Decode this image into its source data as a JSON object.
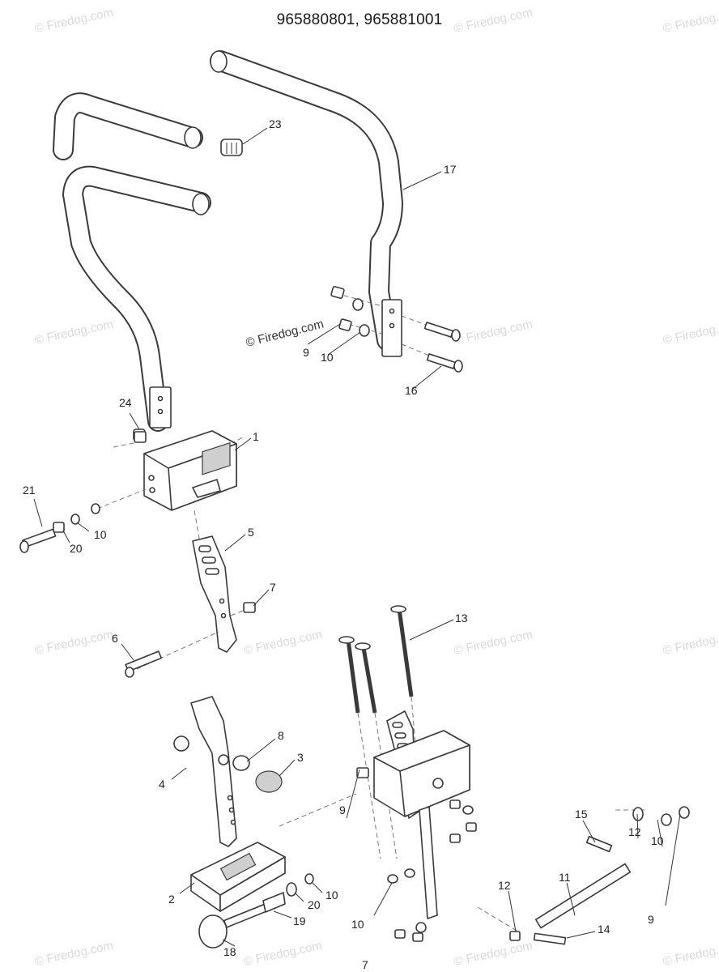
{
  "title": "965880801, 965881001",
  "watermark": "© Firedog.com",
  "callouts": {
    "c1": "1",
    "c2": "2",
    "c3": "3",
    "c4": "4",
    "c5": "5",
    "c6": "6",
    "c7": "7",
    "c7b": "7",
    "c8": "8",
    "c9a": "9",
    "c9b": "9",
    "c9c": "9",
    "c10a": "10",
    "c10b": "10",
    "c10c": "10",
    "c10d": "10",
    "c10e": "10",
    "c11": "11",
    "c12a": "12",
    "c12b": "12",
    "c13": "13",
    "c14": "14",
    "c15": "15",
    "c16": "16",
    "c17": "17",
    "c18": "18",
    "c19": "19",
    "c20a": "20",
    "c20b": "20",
    "c21": "21",
    "c23": "23",
    "c24": "24"
  }
}
